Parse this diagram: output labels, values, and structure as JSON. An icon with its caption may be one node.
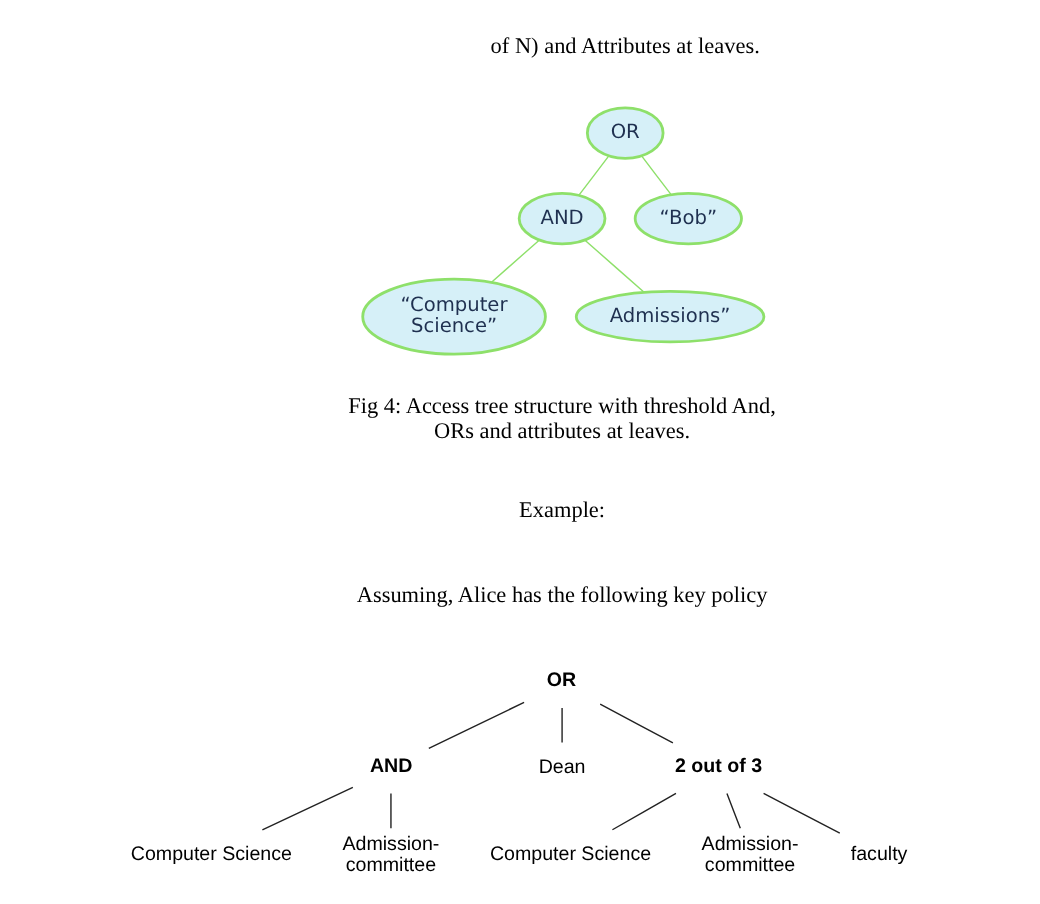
{
  "diagram": {
    "nodes": [
      {
        "text": [
          "OR"
        ]
      },
      {
        "text": [
          "AND"
        ]
      },
      {
        "text": [
          "“Bob”"
        ]
      },
      {
        "text": [
          "“Computer Science”"
        ]
      },
      {
        "text": [
          "Admissions”"
        ]
      },
      {
        "text": [
          "OR"
        ]
      },
      {
        "text": [
          "AND"
        ]
      },
      {
        "text": [
          "Dean"
        ]
      },
      {
        "text": [
          "2 out of 3"
        ]
      },
      {
        "text": [
          "Computer Science"
        ]
      },
      {
        "text": [
          "Admission- committee"
        ]
      },
      {
        "text": [
          "Computer Science"
        ]
      },
      {
        "text": [
          "Admission- committee"
        ]
      },
      {
        "text": [
          "faculty"
        ]
      }
    ],
    "edges": [
      {
        "from": 0,
        "to": 1,
        "arrow": "none",
        "color": "#8ee06a"
      },
      {
        "from": 0,
        "to": 2,
        "arrow": "none",
        "color": "#8ee06a"
      },
      {
        "from": 1,
        "to": 3,
        "arrow": "none",
        "color": "#8ee06a"
      },
      {
        "from": 1,
        "to": 4,
        "arrow": "none",
        "color": "#8ee06a"
      },
      {
        "from": 5,
        "to": 6,
        "arrow": "none"
      },
      {
        "from": 5,
        "to": 7,
        "arrow": "none"
      },
      {
        "from": 5,
        "to": 8,
        "arrow": "none"
      },
      {
        "from": 6,
        "to": 9,
        "arrow": "none"
      },
      {
        "from": 6,
        "to": 10,
        "arrow": "none"
      },
      {
        "from": 8,
        "to": 11,
        "arrow": "none"
      },
      {
        "from": 8,
        "to": 12,
        "arrow": "none"
      },
      {
        "from": 8,
        "to": 13,
        "arrow": "none"
      }
    ],
    "labels": [
      "of N) and Attributes at leaves.",
      "Fig 4: Access tree structure with threshold And, ORs and attributes at leaves.",
      "Example:",
      "Assuming, Alice has the following key policy"
    ]
  }
}
